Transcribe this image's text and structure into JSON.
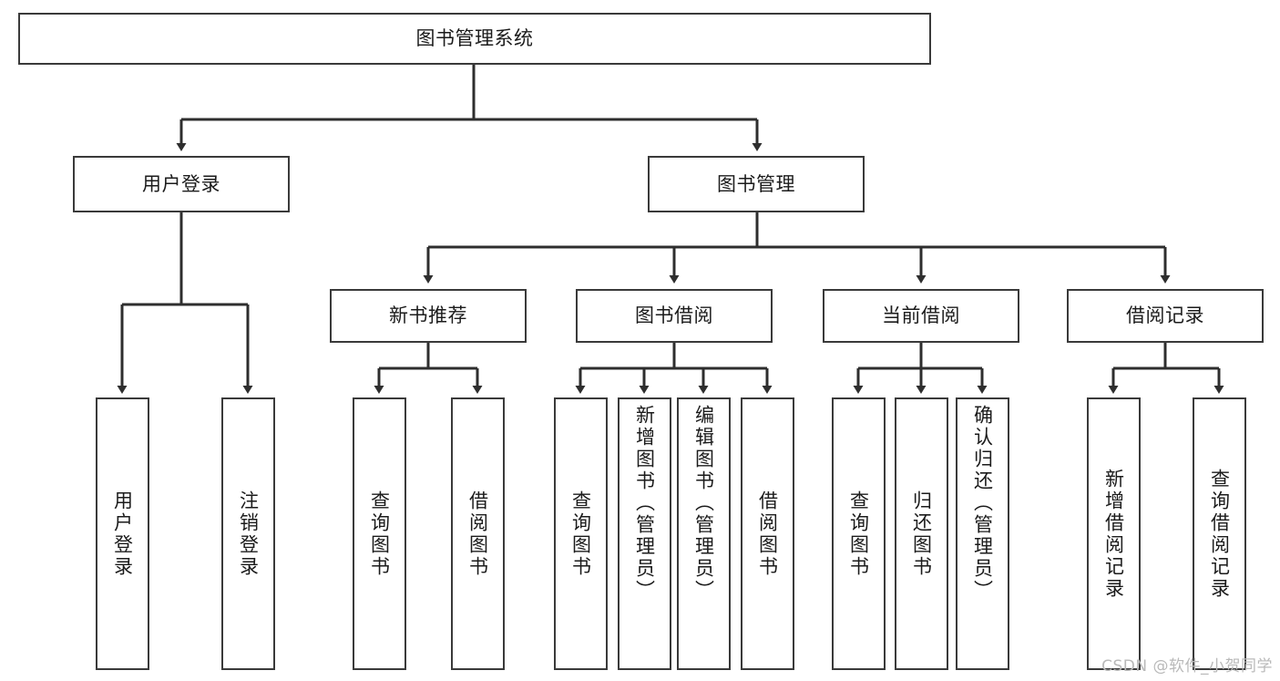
{
  "diagram": {
    "type": "tree-hierarchy-functional-decomposition",
    "title": "图书管理系统",
    "watermark": "CSDN @软件_小贺同学",
    "colors": {
      "box_border": "#3a3a3a",
      "box_fill": "#ffffff",
      "connector": "#2e2e2e",
      "text": "#1b1b1b",
      "watermark": "#b9b9b9",
      "background": "#ffffff"
    },
    "root": {
      "label": "图书管理系统"
    },
    "level2": [
      {
        "label": "用户登录"
      },
      {
        "label": "图书管理"
      }
    ],
    "level3": [
      {
        "label": "新书推荐"
      },
      {
        "label": "图书借阅"
      },
      {
        "label": "当前借阅"
      },
      {
        "label": "借阅记录"
      }
    ],
    "leaves": {
      "user_login": [
        {
          "label": "用户登录"
        },
        {
          "label": "注销登录"
        }
      ],
      "new_book_recommend": [
        {
          "label": "查询图书"
        },
        {
          "label": "借阅图书"
        }
      ],
      "book_borrow": [
        {
          "label": "查询图书"
        },
        {
          "label": "新增图书（管理员）"
        },
        {
          "label": "编辑图书（管理员）"
        },
        {
          "label": "借阅图书"
        }
      ],
      "current_borrow": [
        {
          "label": "查询图书"
        },
        {
          "label": "归还图书"
        },
        {
          "label": "确认归还（管理员）"
        }
      ],
      "borrow_record": [
        {
          "label": "新增借阅记录"
        },
        {
          "label": "查询借阅记录"
        }
      ]
    }
  }
}
